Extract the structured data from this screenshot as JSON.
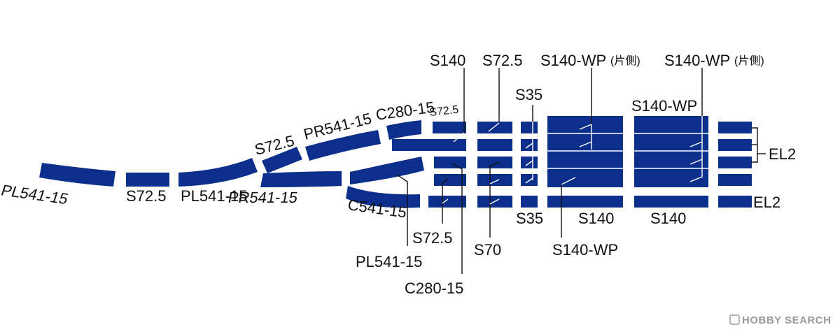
{
  "labels": {
    "top": {
      "s140": "S140",
      "s72_5": "S72.5",
      "s140_wp_1": "S140-WP",
      "s140_wp_1_note": "(片側)",
      "s140_wp_2": "S140-WP",
      "s140_wp_2_note": "(片側)",
      "s35": "S35",
      "s140_wp_mid": "S140-WP"
    },
    "diagonal": {
      "c280_15": "C280-15",
      "s72_5_small": "S72.5",
      "pr541_15_upper": "PR541-15",
      "s72_5_upper": "S72.5"
    },
    "left": {
      "pl541_15_italic": "PL541-15",
      "s72_5": "S72.5",
      "pl541_15": "PL541-15",
      "pr541_15_lower": "PR541-15",
      "c541_15": "C541-15"
    },
    "bottom": {
      "s35": "S35",
      "s140_a": "S140",
      "s140_b": "S140",
      "s72_5": "S72.5",
      "s70": "S70",
      "s140_wp": "S140-WP",
      "pl541_15": "PL541-15",
      "c280_15": "C280-15"
    },
    "right": {
      "el2_bracket": "EL2",
      "el2_bottom": "EL2"
    }
  },
  "watermark": {
    "text": "HOBBY SEARCH"
  },
  "colors": {
    "track": "#0d2f8c",
    "leader": "#111111",
    "watermark": "#9a9a9a"
  }
}
